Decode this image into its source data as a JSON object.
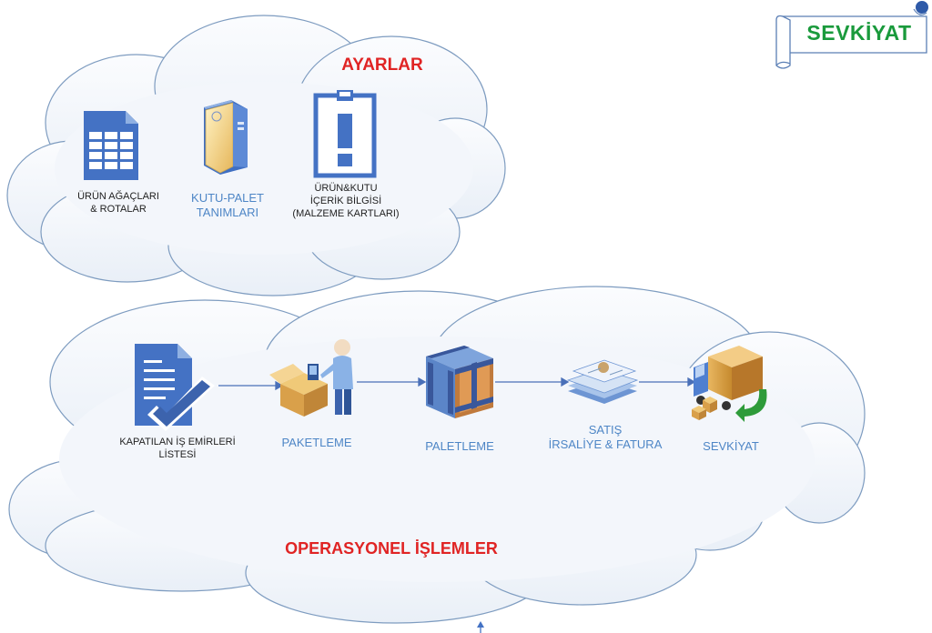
{
  "banner": {
    "title": "SEVKİYAT"
  },
  "settings": {
    "title": "AYARLAR",
    "items": [
      {
        "line1": "ÜRÜN AĞAÇLARI",
        "line2": "& ROTALAR",
        "icon": "spreadsheet-document-icon"
      },
      {
        "line1": "KUTU-PALET",
        "line2": "TANIMLARI",
        "icon": "box-device-icon"
      },
      {
        "line1": "ÜRÜN&KUTU",
        "line2": "İÇERİK BİLGİSİ",
        "line3": "(MALZEME KARTLARI)",
        "icon": "clipboard-alert-icon"
      }
    ]
  },
  "operations": {
    "title": "OPERASYONEL İŞLEMLER",
    "steps": [
      {
        "line1": "KAPATILAN İŞ EMİRLERİ",
        "line2": "LİSTESİ",
        "icon": "checked-document-icon"
      },
      {
        "line1": "PAKETLEME",
        "icon": "packing-worker-icon"
      },
      {
        "line1": "PALETLEME",
        "icon": "pallet-cube-icon"
      },
      {
        "line1": "SATIŞ",
        "line2": "İRSALİYE & FATURA",
        "icon": "invoice-stack-icon"
      },
      {
        "line1": "SEVKİYAT",
        "icon": "delivery-truck-icon"
      }
    ]
  },
  "colors": {
    "accent_red": "#e02424",
    "banner_green": "#1a9a3c",
    "icon_blue": "#4472c4",
    "label_blue": "#4e86c6",
    "cloud_stroke": "#7e9cc0"
  }
}
